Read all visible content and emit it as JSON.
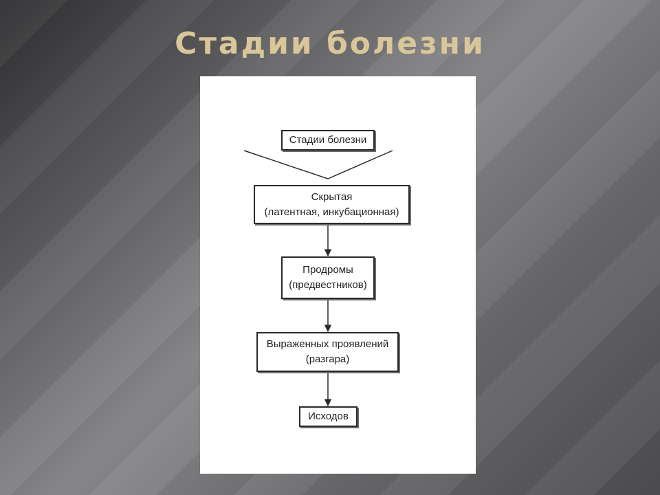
{
  "slide": {
    "title": "Стадии болезни"
  },
  "diagram": {
    "root": "Стадии болезни",
    "stages": [
      {
        "line1": "Скрытая",
        "line2": "(латентная, инкубационная)"
      },
      {
        "line1": "Продромы",
        "line2": "(предвестников)"
      },
      {
        "line1": "Выраженных проявлений",
        "line2": "(разгара)"
      },
      {
        "line1": "Исходов",
        "line2": ""
      }
    ]
  },
  "colors": {
    "title": "#d9c79a",
    "panel": "#ffffff",
    "stroke": "#2a2a2a"
  }
}
